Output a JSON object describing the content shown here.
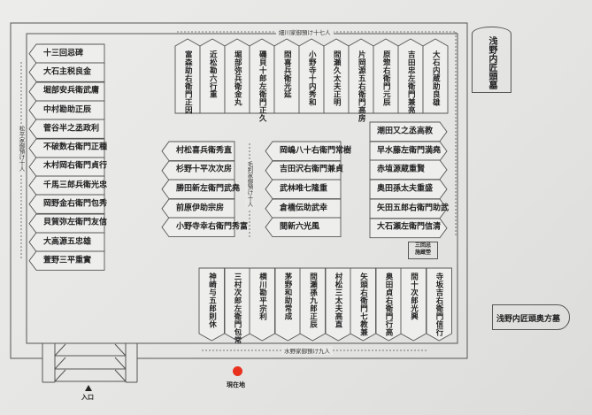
{
  "groups": {
    "hosokawa": "細川家御預け十七人",
    "matsudaira": "松平家御預け十人",
    "mori": "毛利家御預け十人",
    "mizuno": "水野家御預け九人"
  },
  "left_column": [
    "十三回忌碑",
    "大石主税良金",
    "堀部安兵衛武庸",
    "中村勘助正辰",
    "菅谷半之丞政利",
    "不破数右衛門正種",
    "木村岡右衛門貞行",
    "千馬三郎兵衛光忠",
    "岡野金右衛門包秀",
    "貝賀弥左衛門友信",
    "大高源五忠雄",
    "萱野三平重實"
  ],
  "top_row": [
    "富森助右衛門正因",
    "近松勘六行重",
    "堀部弥兵衛金丸",
    "磯貝十郎左衛門正久",
    "間喜兵衛光延",
    "小野寺十内秀和",
    "間瀬久太夫正明",
    "片岡源五右衛門高房",
    "原惣右衛門元辰",
    "吉田忠左衛門兼亮",
    "大石内蔵助良雄"
  ],
  "right_column": [
    "潮田又之丞高教",
    "早水藤左衛門満堯",
    "赤埴源蔵重賢",
    "奥田孫太夫重盛",
    "矢田五郎右衛門助武",
    "大石瀬左衛門信清"
  ],
  "memorial_box": [
    "三回忌",
    "施蔵塋"
  ],
  "middle_left": [
    "村松喜兵衛秀直",
    "杉野十平次次房",
    "勝田新左衛門武堯",
    "前原伊助宗房",
    "小野寺幸右衛門秀富"
  ],
  "middle_right": [
    "岡嶋八十右衛門常樹",
    "吉田沢右衛門兼貞",
    "武林唯七隆重",
    "倉橋伝助武幸",
    "間新六光風"
  ],
  "bottom_row": [
    "神崎与五郎則休",
    "三村次郎左衛門包常",
    "横川勘平宗利",
    "茅野和助常成",
    "間瀬孫九郎正辰",
    "村松三太夫高直",
    "矢頭右衛門七教兼",
    "奥田貞右衛門行高",
    "間十次郎光興",
    "寺坂吉右衛門信行"
  ],
  "asano_tomb": "浅野内匠頭墓",
  "asano_wife_tomb": "浅野内匠頭奥方墓",
  "current_location": "現在地",
  "entrance": "入口",
  "colors": {
    "line": "#555555",
    "current_dot": "#e8321e"
  }
}
